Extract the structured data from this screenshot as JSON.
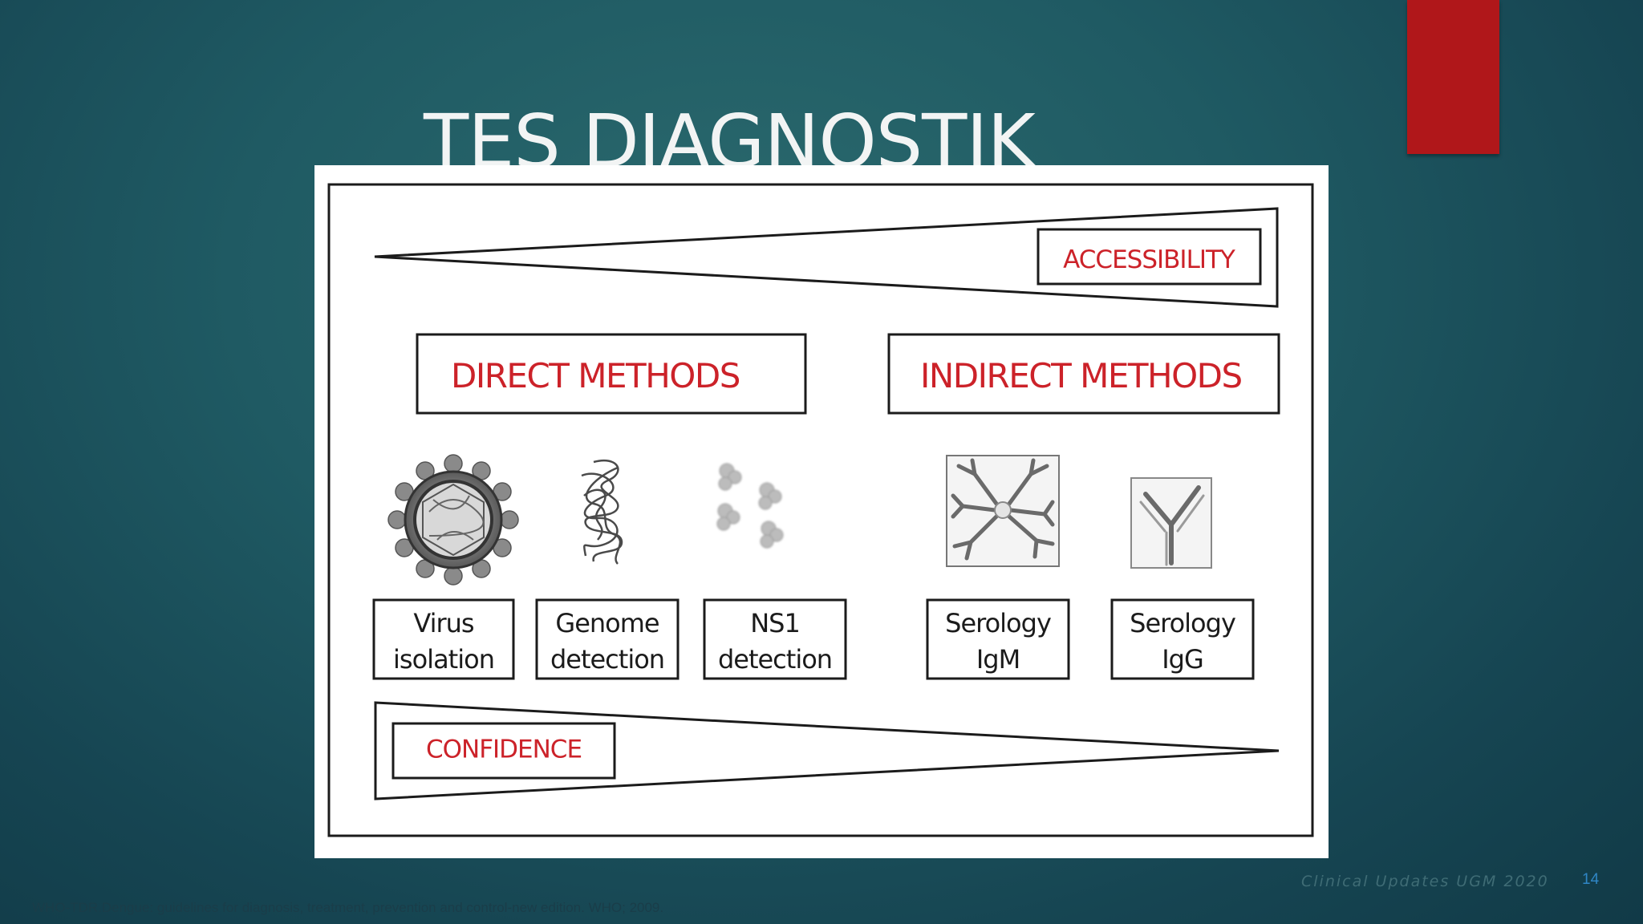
{
  "slide": {
    "title": "TES DIAGNOSTIK",
    "footer_brand": "Clinical Updates UGM 2020",
    "page_number": "14",
    "citation": "WHO-TDR.Dengue: guidelines for diagnosis, treatment, prevention and control-new edition. WHO; 2009."
  },
  "diagram": {
    "accessibility_label": "ACCESSIBILITY",
    "confidence_label": "CONFIDENCE",
    "direct_methods_label": "DIRECT METHODS",
    "indirect_methods_label": "INDIRECT METHODS",
    "methods": [
      {
        "line1": "Virus",
        "line2": "isolation",
        "icon": "virus-particle-icon"
      },
      {
        "line1": "Genome",
        "line2": "detection",
        "icon": "genome-strand-icon"
      },
      {
        "line1": "NS1",
        "line2": "detection",
        "icon": "ns1-protein-icon"
      },
      {
        "line1": "Serology",
        "line2": "IgM",
        "icon": "igm-antibody-icon"
      },
      {
        "line1": "Serology",
        "line2": "IgG",
        "icon": "igg-antibody-icon"
      }
    ]
  },
  "colors": {
    "accent_red": "#b0171a",
    "label_red": "#cc2229"
  }
}
